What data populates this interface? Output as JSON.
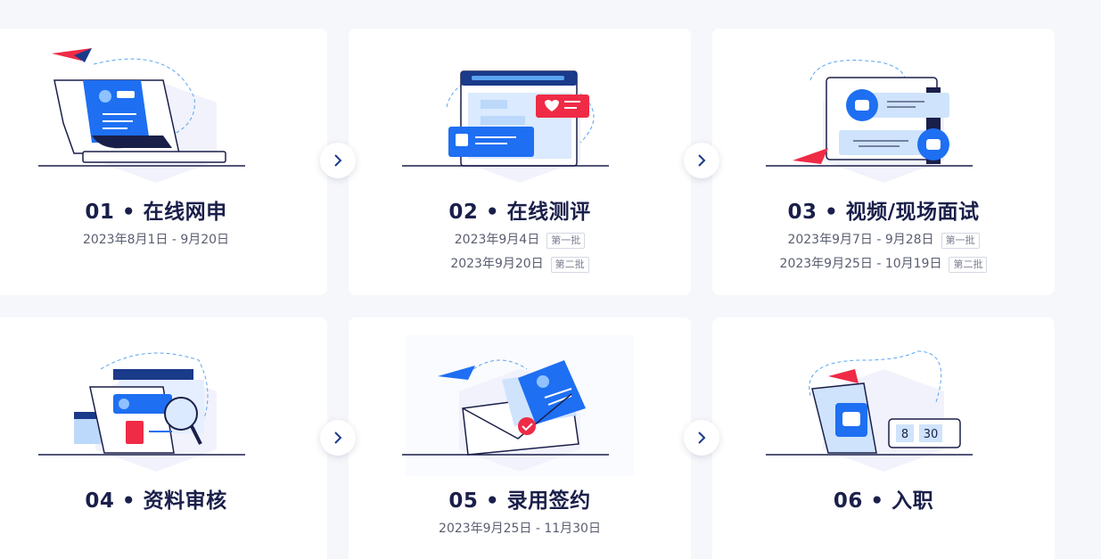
{
  "colors": {
    "accent": "#1e6ff2",
    "navy": "#1a1f4a",
    "red": "#ef2b46",
    "bg": "#f6f7fb"
  },
  "steps": [
    {
      "title": "01 • 在线网申",
      "dates": [
        {
          "text": "2023年8月1日 - 9月20日",
          "badge": ""
        }
      ]
    },
    {
      "title": "02 • 在线测评",
      "dates": [
        {
          "text": "2023年9月4日",
          "badge": "第一批"
        },
        {
          "text": "2023年9月20日",
          "badge": "第二批"
        }
      ]
    },
    {
      "title": "03 • 视频/现场面试",
      "dates": [
        {
          "text": "2023年9月7日 - 9月28日",
          "badge": "第一批"
        },
        {
          "text": "2023年9月25日 - 10月19日",
          "badge": "第二批"
        }
      ]
    },
    {
      "title": "04 • 资料审核",
      "dates": []
    },
    {
      "title": "05 • 录用签约",
      "dates": [
        {
          "text": "2023年9月25日 - 11月30日",
          "badge": ""
        }
      ]
    },
    {
      "title": "06 • 入职",
      "dates": []
    }
  ],
  "clock": {
    "hour": "8",
    "minute": "30"
  },
  "arrow_icon": "chevron-right-icon"
}
